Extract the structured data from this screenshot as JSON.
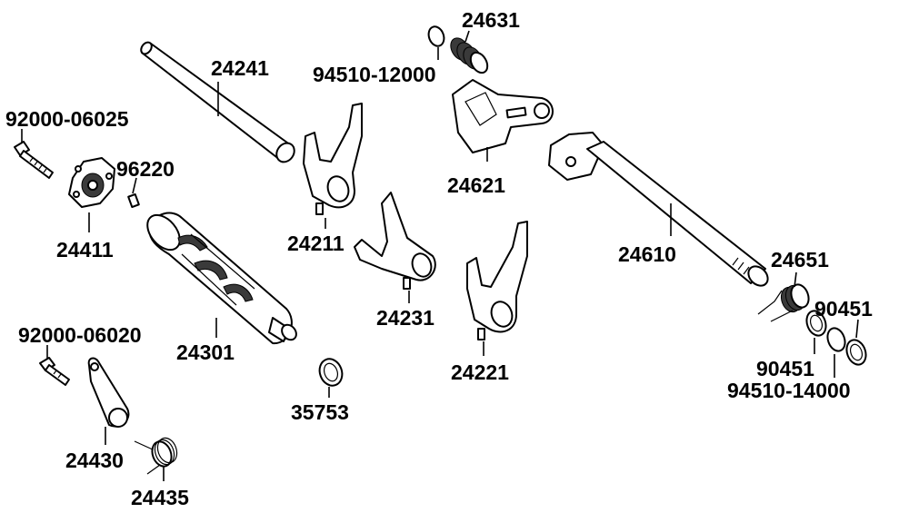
{
  "parts": {
    "p24241": "24241",
    "p92000_06025": "92000-06025",
    "p96220": "96220",
    "p24411": "24411",
    "p24301": "24301",
    "p92000_06020": "92000-06020",
    "p24430": "24430",
    "p24435": "24435",
    "p35753": "35753",
    "p24211": "24211",
    "p24231": "24231",
    "p24221": "24221",
    "p24631": "24631",
    "p94510_12000": "94510-12000",
    "p24621": "24621",
    "p24610": "24610",
    "p24651": "24651",
    "p90451a": "90451",
    "p90451b": "90451",
    "p94510_14000": "94510-14000"
  }
}
